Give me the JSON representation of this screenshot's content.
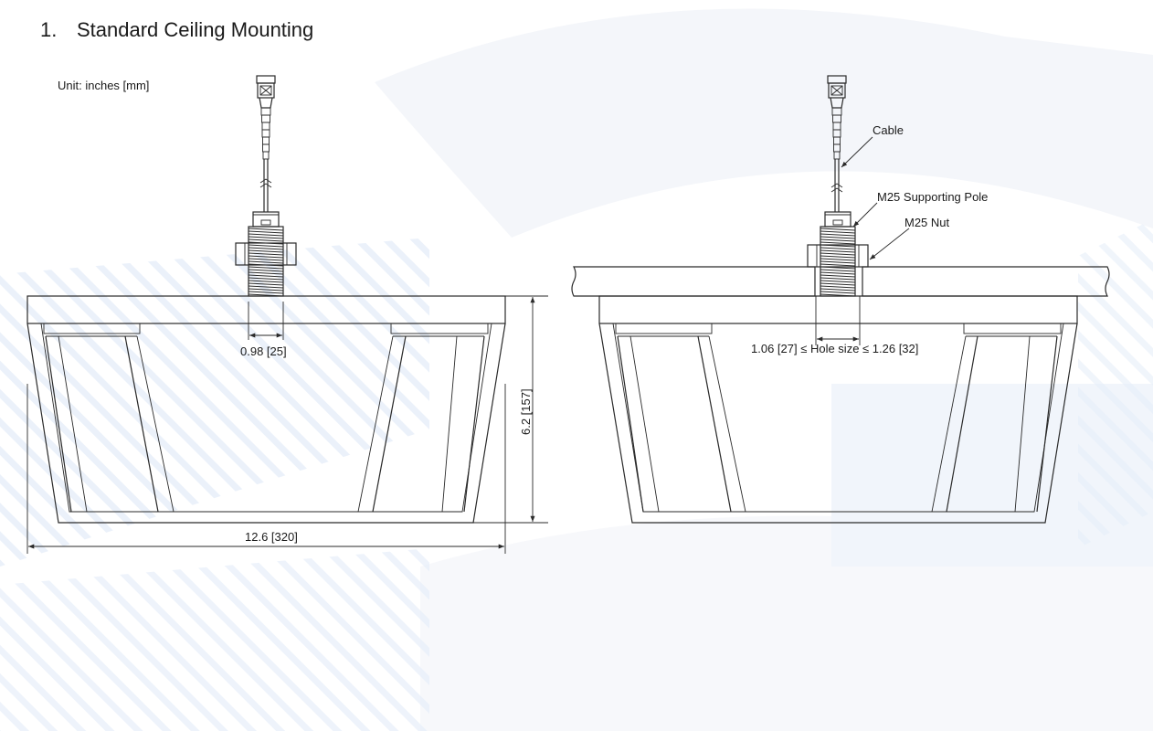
{
  "section": {
    "number": "1.",
    "title": "Standard Ceiling Mounting"
  },
  "unit_note": "Unit: inches [mm]",
  "left_view": {
    "dim_pole_diameter": "0.98 [25]",
    "dim_height": "6.2 [157]",
    "dim_width": "12.6 [320]"
  },
  "right_view": {
    "label_cable": "Cable",
    "label_pole": "M25 Supporting  Pole",
    "label_nut": "M25 Nut",
    "dim_hole": "1.06 [27] ≤ Hole size ≤ 1.26 [32]"
  },
  "colors": {
    "line": "#2a2a2a",
    "watermark": "#e7eef8",
    "ceiling_grid": "#f2f2f2"
  }
}
